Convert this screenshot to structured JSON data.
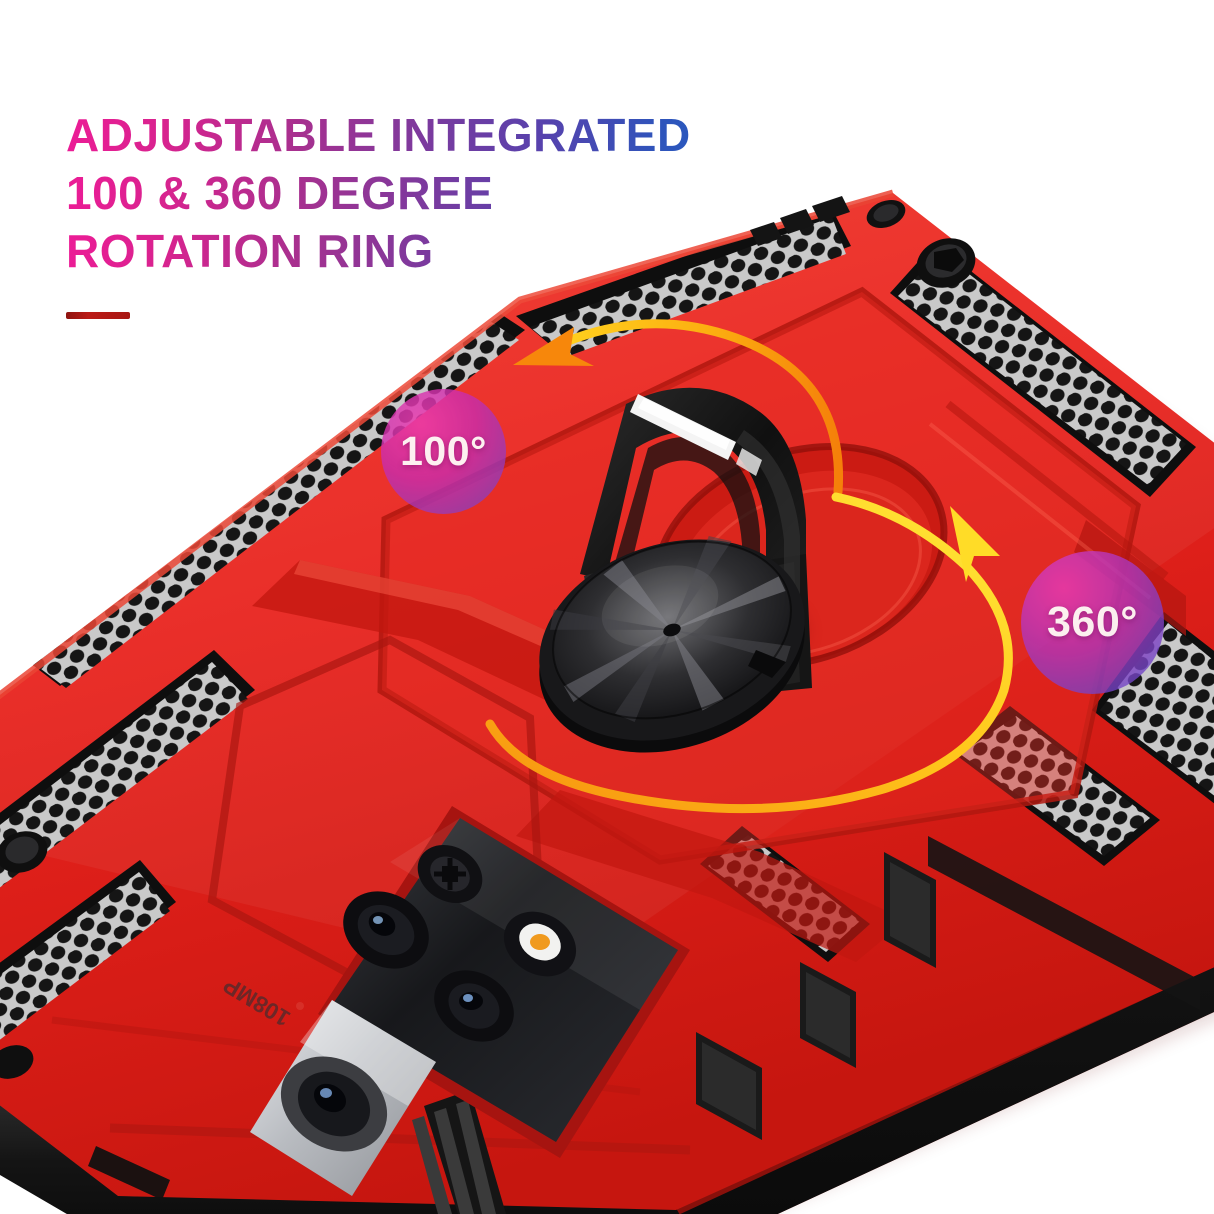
{
  "page": {
    "background_color": "#ffffff",
    "type": "product-marketing-image",
    "product": "armored phone case with rotating ring kickstand"
  },
  "headline": {
    "line1": "ADJUSTABLE INTEGRATED",
    "line2": "100 & 360 DEGREE",
    "line3": "ROTATION RING",
    "gradient_start": "#ec1c96",
    "gradient_mid": "#7b3a9e",
    "gradient_end": "#1c63c4",
    "rule_color": "#a81713"
  },
  "badges": [
    {
      "name": "badge-100",
      "label": "100°",
      "gradient_start": "#ec3caf",
      "gradient_end": "#6848c8"
    },
    {
      "name": "badge-360",
      "label": "360°",
      "gradient_start": "#e63ab2",
      "gradient_end": "#4a4ecd"
    }
  ],
  "arrows": [
    {
      "name": "arrow-100",
      "color_start": "#ffd21f",
      "color_end": "#f58a0b",
      "direction": "curve-to-upper-left"
    },
    {
      "name": "arrow-360",
      "color_start": "#f7a313",
      "color_end": "#ffe93a",
      "direction": "curve-to-upper-left"
    }
  ],
  "case": {
    "body_color": "#e8231e",
    "body_shadow_color": "#8e1210",
    "texture_color": "#1b1b1b",
    "ring_color": "#1f1f1f",
    "ring_highlight_color": "#f2f2f2",
    "camera_label": "108MP"
  }
}
